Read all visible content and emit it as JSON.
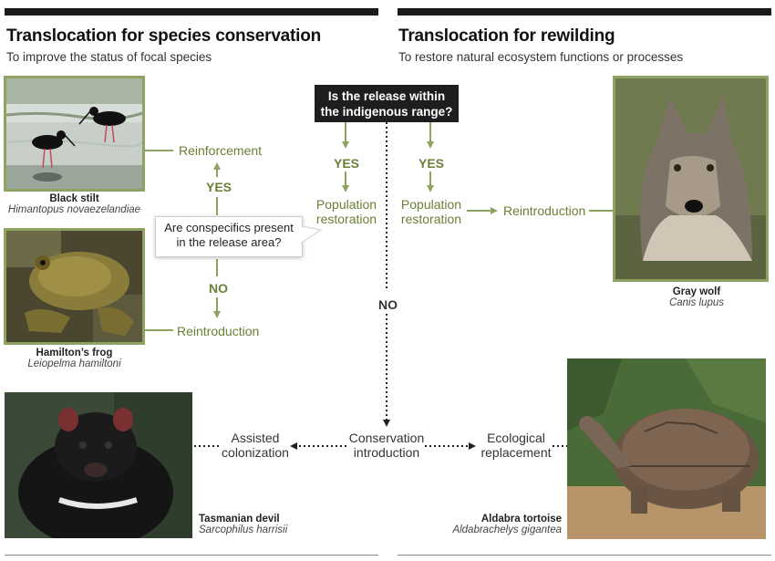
{
  "left": {
    "title": "Translocation for species conservation",
    "subtitle": "To improve the status of focal species"
  },
  "right": {
    "title": "Translocation for rewilding",
    "subtitle": "To restore natural ecosystem functions or processes"
  },
  "question": {
    "line1": "Is the release within",
    "line2": "the indigenous range?"
  },
  "callout": {
    "line1": "Are conspecifics present",
    "line2": "in the release area?"
  },
  "labels": {
    "reinforcement": "Reinforcement",
    "yes": "YES",
    "no": "NO",
    "reintroduction": "Reintroduction",
    "population": "Population",
    "restoration": "restoration",
    "assisted": "Assisted",
    "colonization": "colonization",
    "conservation": "Conservation",
    "introduction": "introduction",
    "ecological": "Ecological",
    "replacement": "replacement"
  },
  "species": {
    "stilt": {
      "common": "Black stilt",
      "scientific": "Himantopus novaezelandiae"
    },
    "frog": {
      "common": "Hamilton’s frog",
      "scientific": "Leiopelma hamiltoni"
    },
    "devil": {
      "common": "Tasmanian devil",
      "scientific": "Sarcophilus harrisii"
    },
    "wolf": {
      "common": "Gray wolf",
      "scientific": "Canis lupus"
    },
    "tortoise": {
      "common": "Aldabra tortoise",
      "scientific": "Aldabrachelys gigantea"
    }
  },
  "colors": {
    "accent": "#8ea262",
    "label": "#6b7f35",
    "header_bar": "#1a1a1a"
  }
}
